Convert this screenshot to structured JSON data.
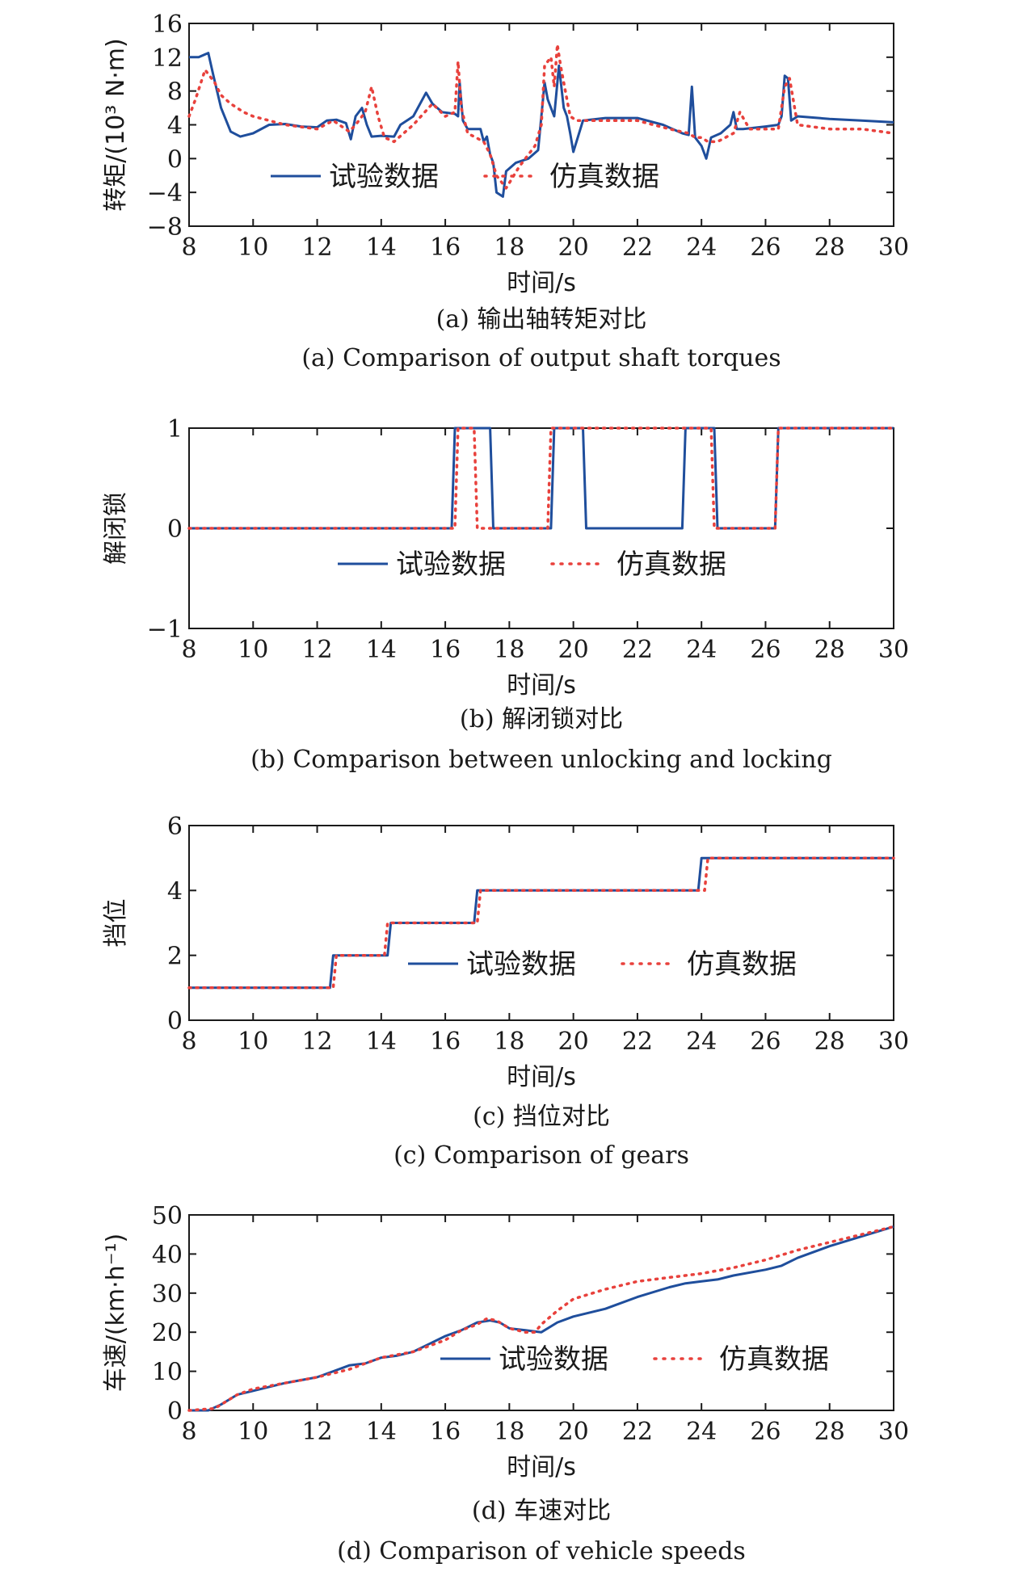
{
  "colors": {
    "experiment": "#1f4e9c",
    "simulation": "#e8413c"
  },
  "legend": {
    "experiment": "试验数据",
    "simulation": "仿真数据"
  },
  "chart_data": [
    {
      "type": "line",
      "ylabel": "转矩/(10³ N·m)",
      "xlabel": "时间/s",
      "caption_cn": "(a) 输出轴转矩对比",
      "caption_en": "(a) Comparison of output shaft torques",
      "xlim": [
        8,
        30
      ],
      "ylim": [
        -8,
        16
      ],
      "xticks": [
        8,
        10,
        12,
        14,
        16,
        18,
        20,
        22,
        24,
        26,
        28,
        30
      ],
      "yticks": [
        -8,
        -4,
        0,
        4,
        8,
        12,
        16
      ],
      "ytick_labels": [
        "−8",
        "−4",
        "0",
        "4",
        "8",
        "12",
        "16"
      ],
      "series": [
        {
          "name": "试验数据",
          "style": "solid",
          "x": [
            8,
            8.3,
            8.6,
            8.75,
            9.0,
            9.3,
            9.6,
            10,
            10.5,
            11,
            11.5,
            12,
            12.3,
            12.6,
            12.9,
            13.05,
            13.2,
            13.4,
            13.55,
            13.7,
            14.0,
            14.4,
            14.6,
            15,
            15.4,
            15.6,
            15.9,
            16.3,
            16.4,
            16.45,
            16.55,
            16.7,
            17.1,
            17.2,
            17.3,
            17.35,
            17.4,
            17.5,
            17.6,
            17.8,
            17.9,
            18.2,
            18.6,
            18.9,
            19.1,
            19.2,
            19.4,
            19.55,
            19.7,
            19.8,
            19.9,
            20.0,
            20.3,
            21,
            22,
            22.8,
            23.4,
            23.6,
            23.7,
            23.8,
            24.0,
            24.15,
            24.3,
            24.6,
            24.9,
            25.0,
            25.1,
            25.3,
            26,
            26.4,
            26.5,
            26.6,
            26.7,
            26.8,
            27,
            28,
            29,
            30
          ],
          "y": [
            12,
            12,
            12.5,
            10,
            6,
            3.2,
            2.6,
            3.0,
            4.0,
            4.1,
            3.8,
            3.7,
            4.5,
            4.6,
            4.2,
            2.3,
            5.0,
            6.0,
            4.0,
            2.6,
            2.7,
            2.6,
            4.0,
            5.0,
            7.8,
            6.5,
            5.5,
            5.3,
            5.0,
            9.0,
            4.5,
            3.5,
            3.5,
            2.0,
            2.6,
            1.5,
            0.5,
            -0.5,
            -4.0,
            -4.5,
            -1.5,
            -0.5,
            0.0,
            1.0,
            9.0,
            7.0,
            5.0,
            11.0,
            6.0,
            5.0,
            3.0,
            0.8,
            4.5,
            4.8,
            4.8,
            4.0,
            3.0,
            2.8,
            8.5,
            2.5,
            1.5,
            0.0,
            2.5,
            3.0,
            4.0,
            5.5,
            3.5,
            3.5,
            3.8,
            4.0,
            5.0,
            9.8,
            9.5,
            4.5,
            5.0,
            4.7,
            4.5,
            4.3
          ]
        },
        {
          "name": "仿真数据",
          "style": "dotted",
          "x": [
            8,
            8.2,
            8.5,
            8.8,
            9.0,
            9.3,
            9.7,
            10,
            11,
            12,
            12.5,
            13,
            13.2,
            13.5,
            13.7,
            13.9,
            14.1,
            14.4,
            15,
            15.6,
            16.0,
            16.3,
            16.4,
            16.5,
            16.7,
            17.2,
            17.4,
            17.6,
            17.9,
            18.3,
            18.8,
            19.0,
            19.1,
            19.3,
            19.4,
            19.5,
            19.6,
            19.75,
            19.9,
            20.1,
            21,
            22,
            23,
            23.6,
            23.8,
            24.0,
            24.2,
            24.5,
            25,
            25.2,
            25.5,
            26,
            26.4,
            26.6,
            26.75,
            27,
            28,
            29,
            30
          ],
          "y": [
            5,
            7,
            10.5,
            9,
            7.5,
            6.5,
            5.5,
            5.0,
            4.0,
            3.5,
            4.5,
            3.2,
            4.0,
            5.5,
            8.5,
            5.0,
            2.5,
            2.0,
            4.0,
            6.5,
            5.0,
            5.5,
            11.5,
            6.0,
            3.0,
            2.0,
            0.5,
            -2.0,
            -3.5,
            -1.0,
            1.5,
            4.0,
            11.0,
            12.0,
            8.5,
            13.5,
            11.0,
            8.0,
            5.0,
            4.5,
            4.5,
            4.5,
            3.5,
            3.0,
            2.5,
            2.5,
            2.0,
            2.0,
            3.0,
            5.5,
            3.5,
            3.5,
            3.5,
            8.5,
            9.5,
            4.0,
            3.5,
            3.5,
            3.0
          ]
        }
      ]
    },
    {
      "type": "line",
      "ylabel": "解闭锁",
      "xlabel": "时间/s",
      "caption_cn": "(b) 解闭锁对比",
      "caption_en": "(b) Comparison between unlocking and locking",
      "xlim": [
        8,
        30
      ],
      "ylim": [
        -1,
        1
      ],
      "xticks": [
        8,
        10,
        12,
        14,
        16,
        18,
        20,
        22,
        24,
        26,
        28,
        30
      ],
      "yticks": [
        -1,
        0,
        1
      ],
      "ytick_labels": [
        "−1",
        "0",
        "1"
      ],
      "series": [
        {
          "name": "试验数据",
          "style": "solid",
          "x": [
            8,
            16.2,
            16.3,
            17.4,
            17.5,
            19.3,
            19.4,
            20.3,
            20.4,
            23.4,
            23.5,
            24.4,
            24.5,
            26.3,
            26.4,
            30
          ],
          "y": [
            0,
            0,
            1,
            1,
            0,
            0,
            1,
            1,
            0,
            0,
            1,
            1,
            0,
            0,
            1,
            1
          ]
        },
        {
          "name": "仿真数据",
          "style": "dotted",
          "x": [
            8,
            16.3,
            16.4,
            16.9,
            17.0,
            17.4,
            17.5,
            19.2,
            19.3,
            23.4,
            23.5,
            24.3,
            24.4,
            26.3,
            26.4,
            30
          ],
          "y": [
            0,
            0,
            1,
            1,
            0,
            0,
            0,
            0,
            1,
            1,
            1,
            1,
            0,
            0,
            1,
            1
          ]
        }
      ]
    },
    {
      "type": "line",
      "ylabel": "挡位",
      "xlabel": "时间/s",
      "caption_cn": "(c) 挡位对比",
      "caption_en": "(c) Comparison of gears",
      "xlim": [
        8,
        30
      ],
      "ylim": [
        0,
        6
      ],
      "xticks": [
        8,
        10,
        12,
        14,
        16,
        18,
        20,
        22,
        24,
        26,
        28,
        30
      ],
      "yticks": [
        0,
        2,
        4,
        6
      ],
      "ytick_labels": [
        "0",
        "2",
        "4",
        "6"
      ],
      "series": [
        {
          "name": "试验数据",
          "style": "solid",
          "x": [
            8,
            12.4,
            12.5,
            14.2,
            14.3,
            16.9,
            17.0,
            23.9,
            24.0,
            30
          ],
          "y": [
            1,
            1,
            2,
            2,
            3,
            3,
            4,
            4,
            5,
            5
          ]
        },
        {
          "name": "仿真数据",
          "style": "dotted",
          "x": [
            8,
            12.5,
            12.6,
            14.1,
            14.2,
            17.0,
            17.1,
            24.1,
            24.2,
            30
          ],
          "y": [
            1,
            1,
            2,
            2,
            3,
            3,
            4,
            4,
            5,
            5
          ]
        }
      ]
    },
    {
      "type": "line",
      "ylabel": "车速/(km·h⁻¹)",
      "xlabel": "时间/s",
      "caption_cn": "(d) 车速对比",
      "caption_en": "(d) Comparison of vehicle speeds",
      "xlim": [
        8,
        30
      ],
      "ylim": [
        0,
        50
      ],
      "xticks": [
        8,
        10,
        12,
        14,
        16,
        18,
        20,
        22,
        24,
        26,
        28,
        30
      ],
      "yticks": [
        0,
        10,
        20,
        30,
        40,
        50
      ],
      "ytick_labels": [
        "0",
        "10",
        "20",
        "30",
        "40",
        "50"
      ],
      "series": [
        {
          "name": "试验数据",
          "style": "solid",
          "x": [
            8,
            8.6,
            9.0,
            9.5,
            10,
            11,
            12,
            12.5,
            13,
            13.5,
            14,
            14.5,
            15,
            15.5,
            16,
            16.5,
            17,
            17.4,
            17.7,
            18.0,
            18.5,
            19.0,
            19.5,
            20.0,
            21,
            22,
            23,
            23.5,
            24,
            24.5,
            25,
            26,
            26.5,
            27,
            28,
            29,
            30
          ],
          "y": [
            0,
            0,
            1.5,
            4,
            5,
            7,
            8.5,
            10,
            11.5,
            12,
            13.5,
            14,
            15,
            17,
            19,
            20.5,
            22.5,
            23,
            22.5,
            21,
            20.5,
            20,
            22.5,
            24,
            26,
            29,
            31.5,
            32.5,
            33,
            33.5,
            34.5,
            36,
            37,
            39,
            42,
            44.5,
            47
          ]
        },
        {
          "name": "仿真数据",
          "style": "dotted",
          "x": [
            8,
            8.8,
            9.5,
            10,
            11,
            12,
            13,
            13.5,
            14,
            15,
            16,
            16.5,
            17,
            17.3,
            17.6,
            18.0,
            18.5,
            18.8,
            19.0,
            19.5,
            20,
            21,
            22,
            23,
            24,
            25,
            26,
            27,
            28,
            29,
            30
          ],
          "y": [
            0,
            0.5,
            4,
            5.5,
            7,
            8.5,
            10.5,
            12,
            13.5,
            15,
            18,
            20.5,
            22,
            23.5,
            23,
            21,
            20,
            20,
            22,
            25.5,
            28.5,
            31,
            33,
            34,
            35,
            36.5,
            38.5,
            41,
            43,
            45,
            47
          ]
        }
      ]
    }
  ]
}
